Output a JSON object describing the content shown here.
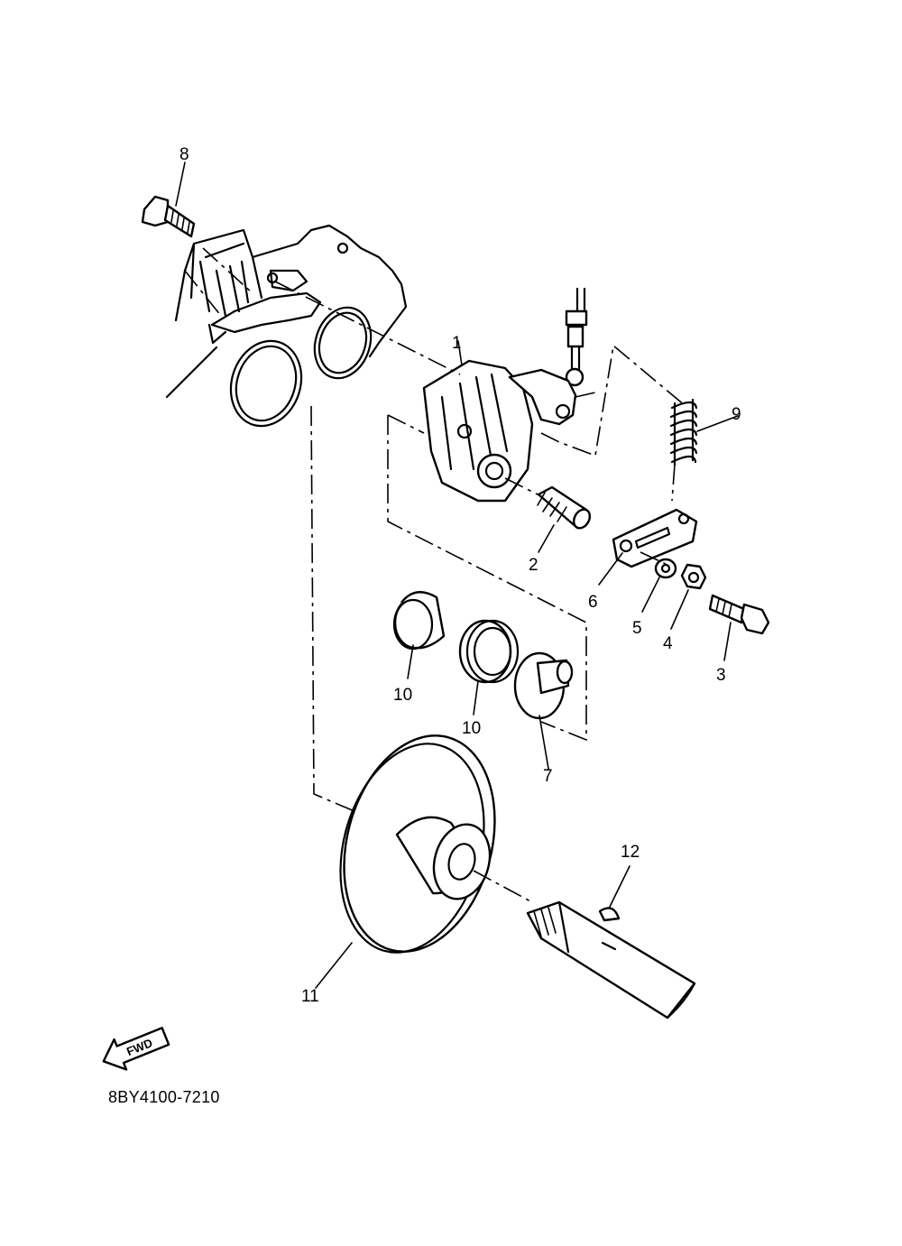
{
  "callouts": [
    {
      "id": "1",
      "label": "1"
    },
    {
      "id": "2",
      "label": "2"
    },
    {
      "id": "3",
      "label": "3"
    },
    {
      "id": "4",
      "label": "4"
    },
    {
      "id": "5",
      "label": "5"
    },
    {
      "id": "6",
      "label": "6"
    },
    {
      "id": "7",
      "label": "7"
    },
    {
      "id": "8",
      "label": "8"
    },
    {
      "id": "9",
      "label": "9"
    },
    {
      "id": "10a",
      "label": "10"
    },
    {
      "id": "10b",
      "label": "10"
    },
    {
      "id": "11",
      "label": "11"
    },
    {
      "id": "12",
      "label": "12"
    }
  ],
  "fwd_arrow": {
    "text": "FWD",
    "icon": "fwd-arrow-icon"
  },
  "diagram_code": "8BY4100-7210"
}
